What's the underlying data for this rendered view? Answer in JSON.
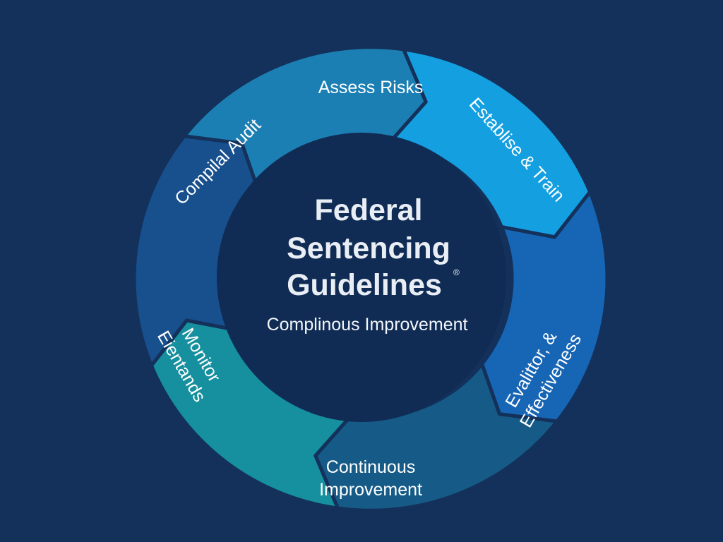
{
  "diagram": {
    "title_lines": [
      "Federal",
      "Sentencing",
      "Guidelines"
    ],
    "title_mark": "®",
    "subtitle": "Complinous Improvement",
    "segments": [
      {
        "id": "assess-risks",
        "lines": [
          "Assess Risks"
        ],
        "color": "#1c7fb3"
      },
      {
        "id": "establise-train",
        "lines": [
          "Establise & Train"
        ],
        "color": "#139fe0"
      },
      {
        "id": "evaluate-effectiveness",
        "lines": [
          "Evalittor, &",
          "Effectiveness"
        ],
        "color": "#1765b5"
      },
      {
        "id": "continuous-improvement",
        "lines": [
          "Continuous",
          "Improvement"
        ],
        "color": "#165b87"
      },
      {
        "id": "monitor-eientands",
        "lines": [
          "Monitor",
          "Eientands"
        ],
        "color": "#168f9e"
      },
      {
        "id": "compilal-audit",
        "lines": [
          "Compilal Audit"
        ],
        "color": "#184f8d"
      }
    ],
    "colors": {
      "background": "#13315a",
      "center": "#102c55",
      "text": "#ffffff"
    }
  }
}
